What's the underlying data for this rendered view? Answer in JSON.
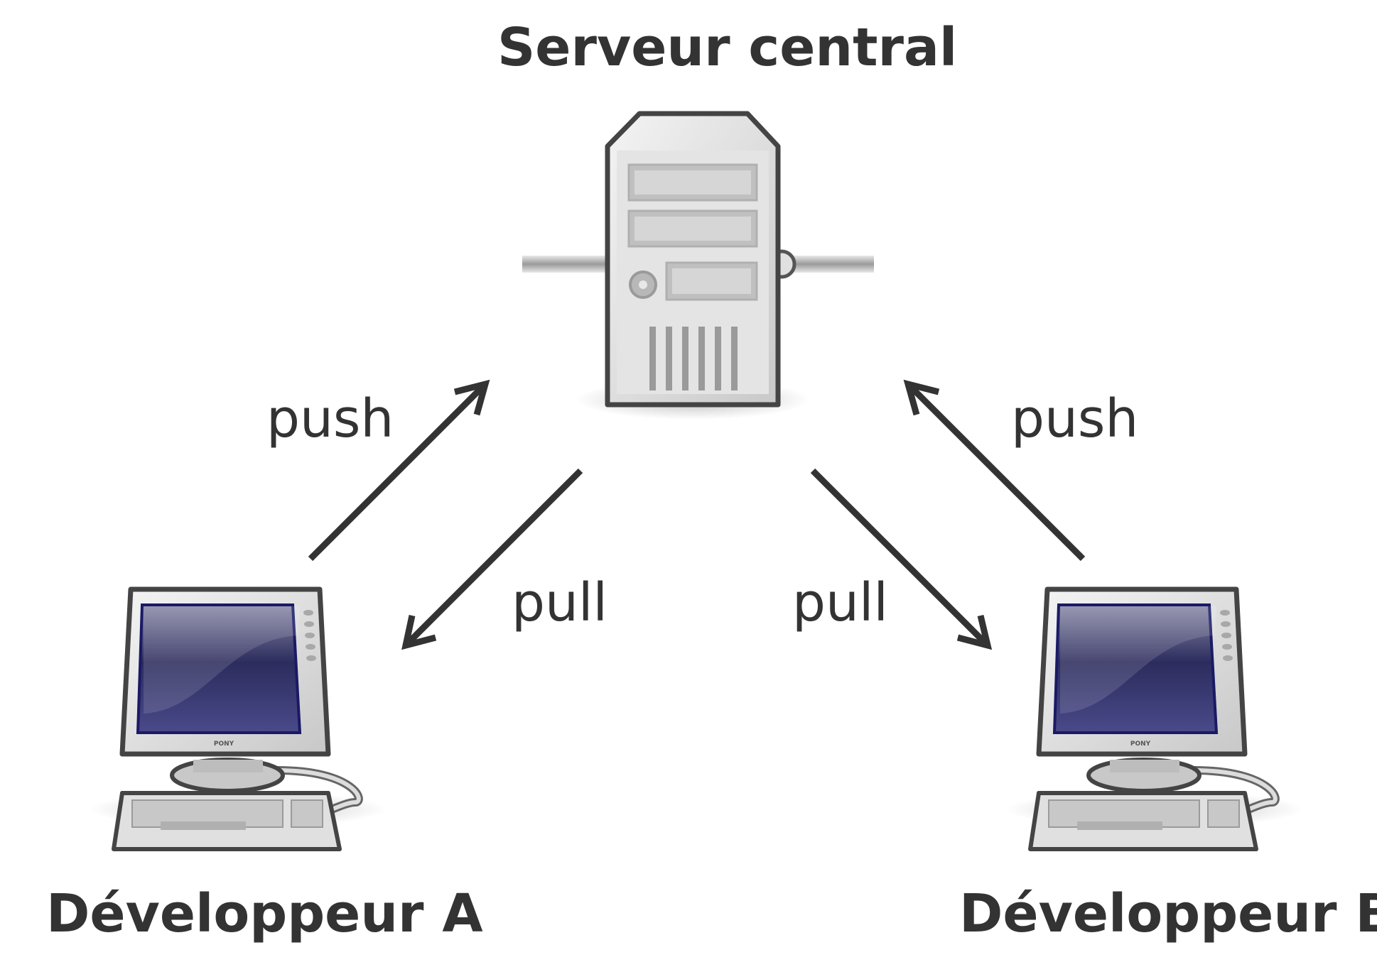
{
  "nodes": {
    "server": {
      "label": "Serveur central",
      "icon": "server-tower-icon"
    },
    "dev_a": {
      "label": "Développeur A",
      "icon": "desktop-computer-icon",
      "brand": "PONY"
    },
    "dev_b": {
      "label": "Développeur B",
      "icon": "desktop-computer-icon",
      "brand": "PONY"
    }
  },
  "edges": [
    {
      "from": "Développeur A",
      "to": "Serveur central",
      "label": "push"
    },
    {
      "from": "Serveur central",
      "to": "Développeur A",
      "label": "pull"
    },
    {
      "from": "Serveur central",
      "to": "Développeur B",
      "label": "pull"
    },
    {
      "from": "Développeur B",
      "to": "Serveur central",
      "label": "push"
    }
  ],
  "colors": {
    "text": "#333333",
    "arrow": "#333333",
    "screen": "#2e2e6b",
    "case": "#d8d8d8"
  }
}
